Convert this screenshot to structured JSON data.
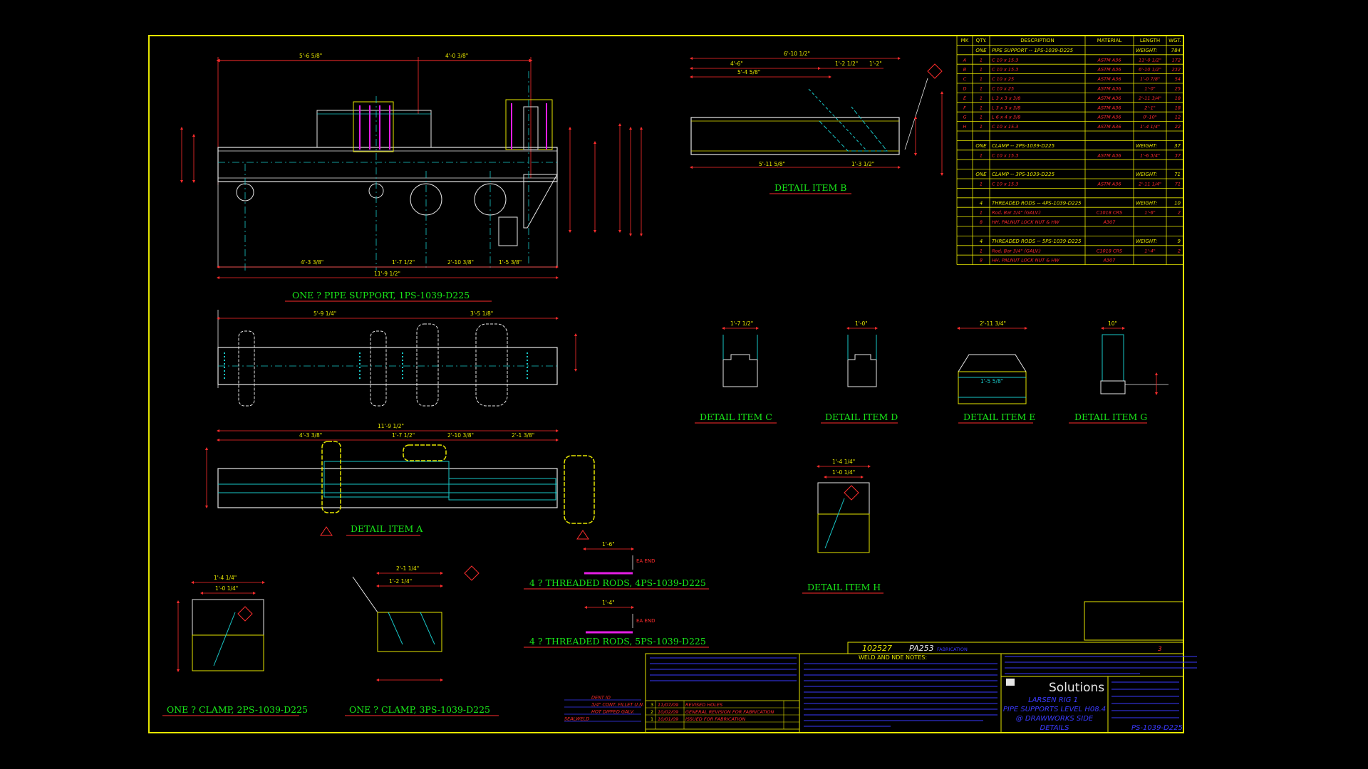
{
  "colors": {
    "frame": "#e6e600",
    "red": "#ff2d2d",
    "cyan": "#19c8c8",
    "green": "#19e619",
    "magenta": "#e61ee6",
    "white": "#e6e6e6",
    "blue": "#3a3aff",
    "yellow": "#e6e600"
  },
  "titles": {
    "pipe_support": "ONE ? PIPE SUPPORT, 1PS-1039-D225",
    "detail_a": "DETAIL ITEM A",
    "detail_b": "DETAIL ITEM B",
    "detail_c": "DETAIL ITEM C",
    "detail_d": "DETAIL ITEM D",
    "detail_e": "DETAIL ITEM E",
    "detail_g": "DETAIL ITEM G",
    "detail_h": "DETAIL ITEM H",
    "rods_4": "4 ? THREADED RODS, 4PS-1039-D225",
    "rods_5": "4 ? THREADED RODS, 5PS-1039-D225",
    "clamp_2": "ONE ? CLAMP, 2PS-1039-D225",
    "clamp_3": "ONE ? CLAMP, 3PS-1039-D225"
  },
  "dims": {
    "top_left": "5'-6 5/8\"",
    "top_right": "4'-0 3/8\"",
    "mid_a": "4'-3 3/8\"",
    "mid_b": "1'-7 1/2\"",
    "mid_c": "2'-10 3/8\"",
    "mid_d": "1'-5 3/8\"",
    "overall": "11'-9 1/2\"",
    "plan_a": "5'-9 1/4\"",
    "plan_b": "3'-5 1/8\"",
    "da_overall": "11'-9 1/2\"",
    "da_a": "4'-3 3/8\"",
    "da_b": "1'-7 1/2\"",
    "da_c": "2'-10 3/8\"",
    "da_d": "2'-1 3/8\"",
    "b_overall": "6'-10 1/2\"",
    "b_a": "4'-6\"",
    "b_b": "5'-4 5/8\"",
    "b_c": "1'-2 1/2\"",
    "b_d": "1'-2\"",
    "b_bottom": "5'-11 5/8\"",
    "b_bottom2": "1'-3 1/2\"",
    "c_w": "1'-7 1/2\"",
    "d_w": "1'-0\"",
    "e_w": "2'-11 3/4\"",
    "e_in": "1'-5 5/8\"",
    "g_w": "10\"",
    "h_w": "1'-4 1/4\"",
    "h_in": "1'-0 1/4\"",
    "c2_w": "1'-4 1/4\"",
    "c2_in": "1'-0 1/4\"",
    "c3_w": "2'-1 1/4\"",
    "c3_in": "1'-2 1/4\"",
    "rod_len": "1'-6\"",
    "rod_len2": "1'-4\"",
    "ea_end": "EA END"
  },
  "bom": {
    "headers": [
      "MK",
      "QTY.",
      "DESCRIPTION",
      "MATERIAL",
      "LENGTH",
      "WGT."
    ],
    "groups": [
      {
        "qty": "ONE",
        "title": "PIPE SUPPORT -- 1PS-1039-D225",
        "wlabel": "WEIGHT:",
        "weight": "784",
        "rows": [
          [
            "A",
            "1",
            "C 10 x 15.3",
            "ASTM A36",
            "11'-0 1/2\"",
            "172"
          ],
          [
            "B",
            "1",
            "C 10 x 15.3",
            "ASTM A36",
            "6'-10 1/2\"",
            "232"
          ],
          [
            "C",
            "1",
            "C 10 x 25",
            "ASTM A36",
            "1'-0 7/8\"",
            "54"
          ],
          [
            "D",
            "1",
            "C 10 x 25",
            "ASTM A36",
            "1'-0\"",
            "25"
          ],
          [
            "E",
            "1",
            "L 3 x 3 x 3/8",
            "ASTM A36",
            "2'-11 3/4\"",
            "18"
          ],
          [
            "F",
            "1",
            "L 3 x 3 x 3/8",
            "ASTM A36",
            "2'-1\"",
            "18"
          ],
          [
            "G",
            "1",
            "L 6 x 4 x 3/8",
            "ASTM A36",
            "0'-10\"",
            "12"
          ],
          [
            "H",
            "1",
            "C 10 x 15.3",
            "ASTM A36",
            "1'-4 1/4\"",
            "22"
          ]
        ]
      },
      {
        "qty": "ONE",
        "title": "CLAMP -- 2PS-1039-D225",
        "wlabel": "WEIGHT:",
        "weight": "37",
        "rows": [
          [
            "",
            "1",
            "C 10 x 15.3",
            "ASTM A36",
            "1'-6 3/4\"",
            "37"
          ]
        ]
      },
      {
        "qty": "ONE",
        "title": "CLAMP -- 3PS-1039-D225",
        "wlabel": "WEIGHT:",
        "weight": "71",
        "rows": [
          [
            "",
            "1",
            "C 10 x 15.3",
            "ASTM A36",
            "2'-11 1/4\"",
            "71"
          ]
        ]
      },
      {
        "qty": "4",
        "title": "THREADED RODS -- 4PS-1039-D225",
        "wlabel": "WEIGHT:",
        "weight": "10",
        "rows": [
          [
            "",
            "1",
            "Rod, Bar 3/4\" (GALV.)",
            "C1018 CRS",
            "1'-6\"",
            "2"
          ],
          [
            "",
            "8",
            "HH, PALNUT LOCK NUT & HW",
            "A307",
            "",
            ""
          ]
        ]
      },
      {
        "qty": "4",
        "title": "THREADED RODS -- 5PS-1039-D225",
        "wlabel": "WEIGHT:",
        "weight": "9",
        "rows": [
          [
            "",
            "1",
            "Rod, Bar 3/4\" (GALV.)",
            "C1018 CRS",
            "1'-4\"",
            "2"
          ],
          [
            "",
            "8",
            "HH, PALNUT LOCK NUT & HW",
            "A307",
            "",
            ""
          ]
        ]
      }
    ]
  },
  "title_block": {
    "job_no": "102527",
    "dwg_code": "PA253",
    "fab_label": "FABRICATION",
    "weld_notes": "WELD AND NDE NOTES:",
    "company": "Solutions",
    "rig": "LARSEN RIG 1",
    "line2": "PIPE SUPPORTS LEVEL H08.4",
    "line3": "@ DRAWWORKS SIDE",
    "line4": "DETAILS",
    "dwg_no": "PS-1039-D225",
    "rev": "3",
    "revisions": [
      [
        "3",
        "11/07/09",
        "REVISED HOLES"
      ],
      [
        "2",
        "10/02/09",
        "GENERAL REVISION FOR FABRICATION"
      ],
      [
        "1",
        "10/01/09",
        "ISSUED FOR FABRICATION"
      ]
    ],
    "legend": [
      "DENT ID",
      "3/4\" CONT. FILLET U.N.",
      "HOT DIPPED GALV.",
      "SEALWELD"
    ]
  }
}
